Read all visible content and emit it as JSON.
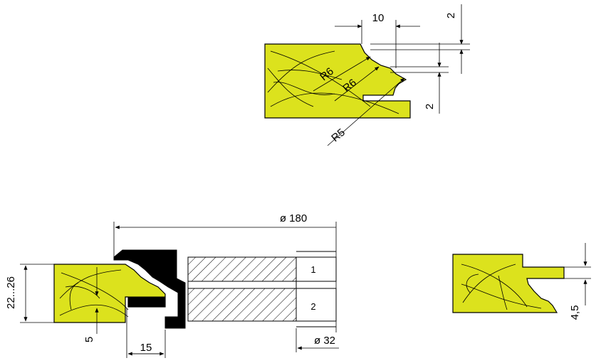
{
  "colors": {
    "wood": "#dce21d",
    "cutter": "#000000",
    "hatch": "#000000",
    "line": "#000000"
  },
  "top_profile": {
    "dim_width": "10",
    "dim_top": "2",
    "dim_bottom": "2",
    "radius_a": "R6",
    "radius_b": "R6",
    "radius_c": "R5"
  },
  "assembly": {
    "dim_diameter": "ø 180",
    "dim_bore": "ø 32",
    "dim_height": "22...26",
    "dim_offset": "5",
    "dim_depth": "15",
    "cutter_1": "1",
    "cutter_2": "2"
  },
  "right_profile": {
    "dim_height": "4,5"
  }
}
